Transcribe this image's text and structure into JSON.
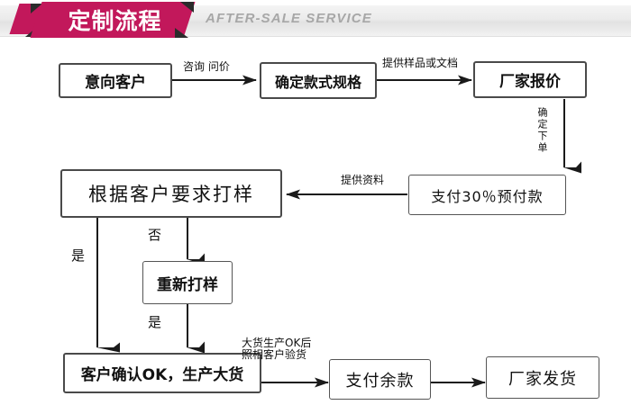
{
  "header": {
    "title_cn": "定制流程",
    "title_en": "AFTER-SALE SERVICE",
    "accent_color": "#c2185b",
    "strip_color": "#ececec",
    "en_text_color": "#a7a7a7"
  },
  "flow": {
    "nodes": [
      {
        "id": "n1",
        "label": "意向客户"
      },
      {
        "id": "n2",
        "label": "确定款式规格"
      },
      {
        "id": "n3",
        "label": "厂家报价"
      },
      {
        "id": "n4",
        "label": "支付30％预付款"
      },
      {
        "id": "n5",
        "label": "根据客户要求打样"
      },
      {
        "id": "n6",
        "label": "重新打样"
      },
      {
        "id": "n7",
        "label": "客户确认OK，生产大货"
      },
      {
        "id": "n8",
        "label": "支付余款"
      },
      {
        "id": "n9",
        "label": "厂家发货"
      }
    ],
    "edges": [
      {
        "id": "e1",
        "from": "n1",
        "to": "n2",
        "label": "咨询 问价"
      },
      {
        "id": "e2",
        "from": "n2",
        "to": "n3",
        "label": "提供样品或文档"
      },
      {
        "id": "e3",
        "from": "n3",
        "to": "n4",
        "label": "确定下单",
        "orientation": "vertical"
      },
      {
        "id": "e4",
        "from": "n4",
        "to": "n5",
        "label": "提供资料"
      },
      {
        "id": "e5",
        "from": "n5",
        "to": "n7",
        "label": "是"
      },
      {
        "id": "e6",
        "from": "n5",
        "to": "n6",
        "label": "否"
      },
      {
        "id": "e7",
        "from": "n6",
        "to": "n7",
        "label": "是"
      },
      {
        "id": "e8",
        "from": "n7",
        "to": "n8",
        "label_line1": "大货生产OK后",
        "label_line2": "照相客户验货"
      },
      {
        "id": "e9",
        "from": "n8",
        "to": "n9",
        "label": ""
      }
    ]
  }
}
